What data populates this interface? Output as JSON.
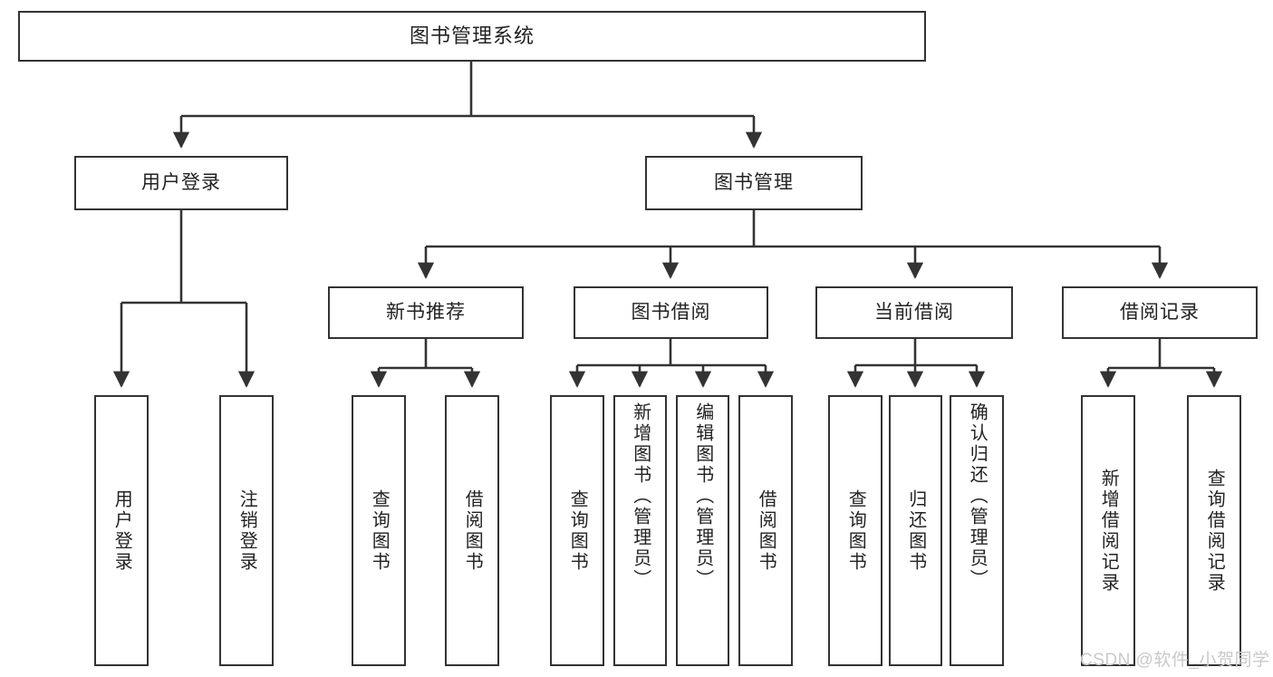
{
  "diagram": {
    "title_node": {
      "label": "图书管理系统"
    },
    "level1": [
      {
        "id": "user-login",
        "label": "用户登录"
      },
      {
        "id": "book-management",
        "label": "图书管理"
      }
    ],
    "level2": [
      {
        "id": "new-book-recommend",
        "label": "新书推荐"
      },
      {
        "id": "book-borrow",
        "label": "图书借阅"
      },
      {
        "id": "current-borrow",
        "label": "当前借阅"
      },
      {
        "id": "borrow-record",
        "label": "借阅记录"
      }
    ],
    "leaves": {
      "user_login": [
        {
          "id": "user-login-leaf",
          "label": "用户登录"
        },
        {
          "id": "logout-leaf",
          "label": "注销登录"
        }
      ],
      "new_book_recommend": [
        {
          "id": "query-book-1",
          "label": "查询图书"
        },
        {
          "id": "borrow-book-1",
          "label": "借阅图书"
        }
      ],
      "book_borrow": [
        {
          "id": "query-book-2",
          "label": "查询图书"
        },
        {
          "id": "add-book",
          "label": "新增图书（管理员）"
        },
        {
          "id": "edit-book",
          "label": "编辑图书（管理员）"
        },
        {
          "id": "borrow-book-2",
          "label": "借阅图书"
        }
      ],
      "current_borrow": [
        {
          "id": "query-book-3",
          "label": "查询图书"
        },
        {
          "id": "return-book",
          "label": "归还图书"
        },
        {
          "id": "confirm-return",
          "label": "确认归还（管理员）"
        }
      ],
      "borrow_record": [
        {
          "id": "add-borrow-record",
          "label": "新增借阅记录"
        },
        {
          "id": "query-borrow-record",
          "label": "查询借阅记录"
        }
      ]
    }
  },
  "watermark": {
    "text": "CSDN @软件_小贺同学"
  },
  "colors": {
    "stroke": "#333333",
    "box_border": "#333333",
    "background": "#ffffff",
    "text": "#222222",
    "watermark": "#c9c9c9"
  }
}
